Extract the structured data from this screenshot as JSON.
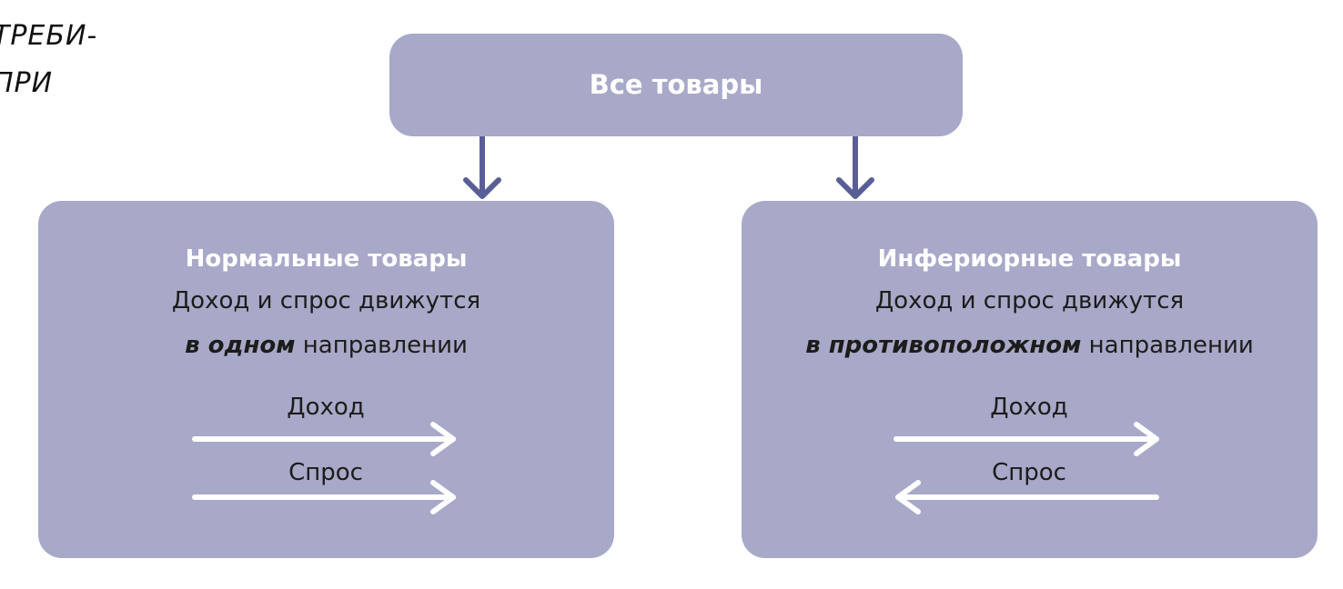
{
  "margin_note": {
    "lines": [
      "",
      "ТРЕБИ-",
      "ПРИ"
    ]
  },
  "root": {
    "label": "Все товары"
  },
  "left": {
    "title": "Нормальные товары",
    "line1": "Доход и спрос движутся",
    "line2_emph": "в одном",
    "line2_rest": " направлении",
    "income_label": "Доход",
    "demand_label": "Спрос",
    "income_direction": "right",
    "demand_direction": "right"
  },
  "right": {
    "title": "Инфериорные товары",
    "line1": "Доход и спрос движутся",
    "line2_emph": "в противоположном",
    "line2_rest": " направлении",
    "income_label": "Доход",
    "demand_label": "Спрос",
    "income_direction": "right",
    "demand_direction": "left"
  },
  "colors": {
    "box_fill": "#a8a9c8",
    "connector": "#5a5e96",
    "arrow_white": "#ffffff",
    "body_text": "#1c1c1c"
  }
}
